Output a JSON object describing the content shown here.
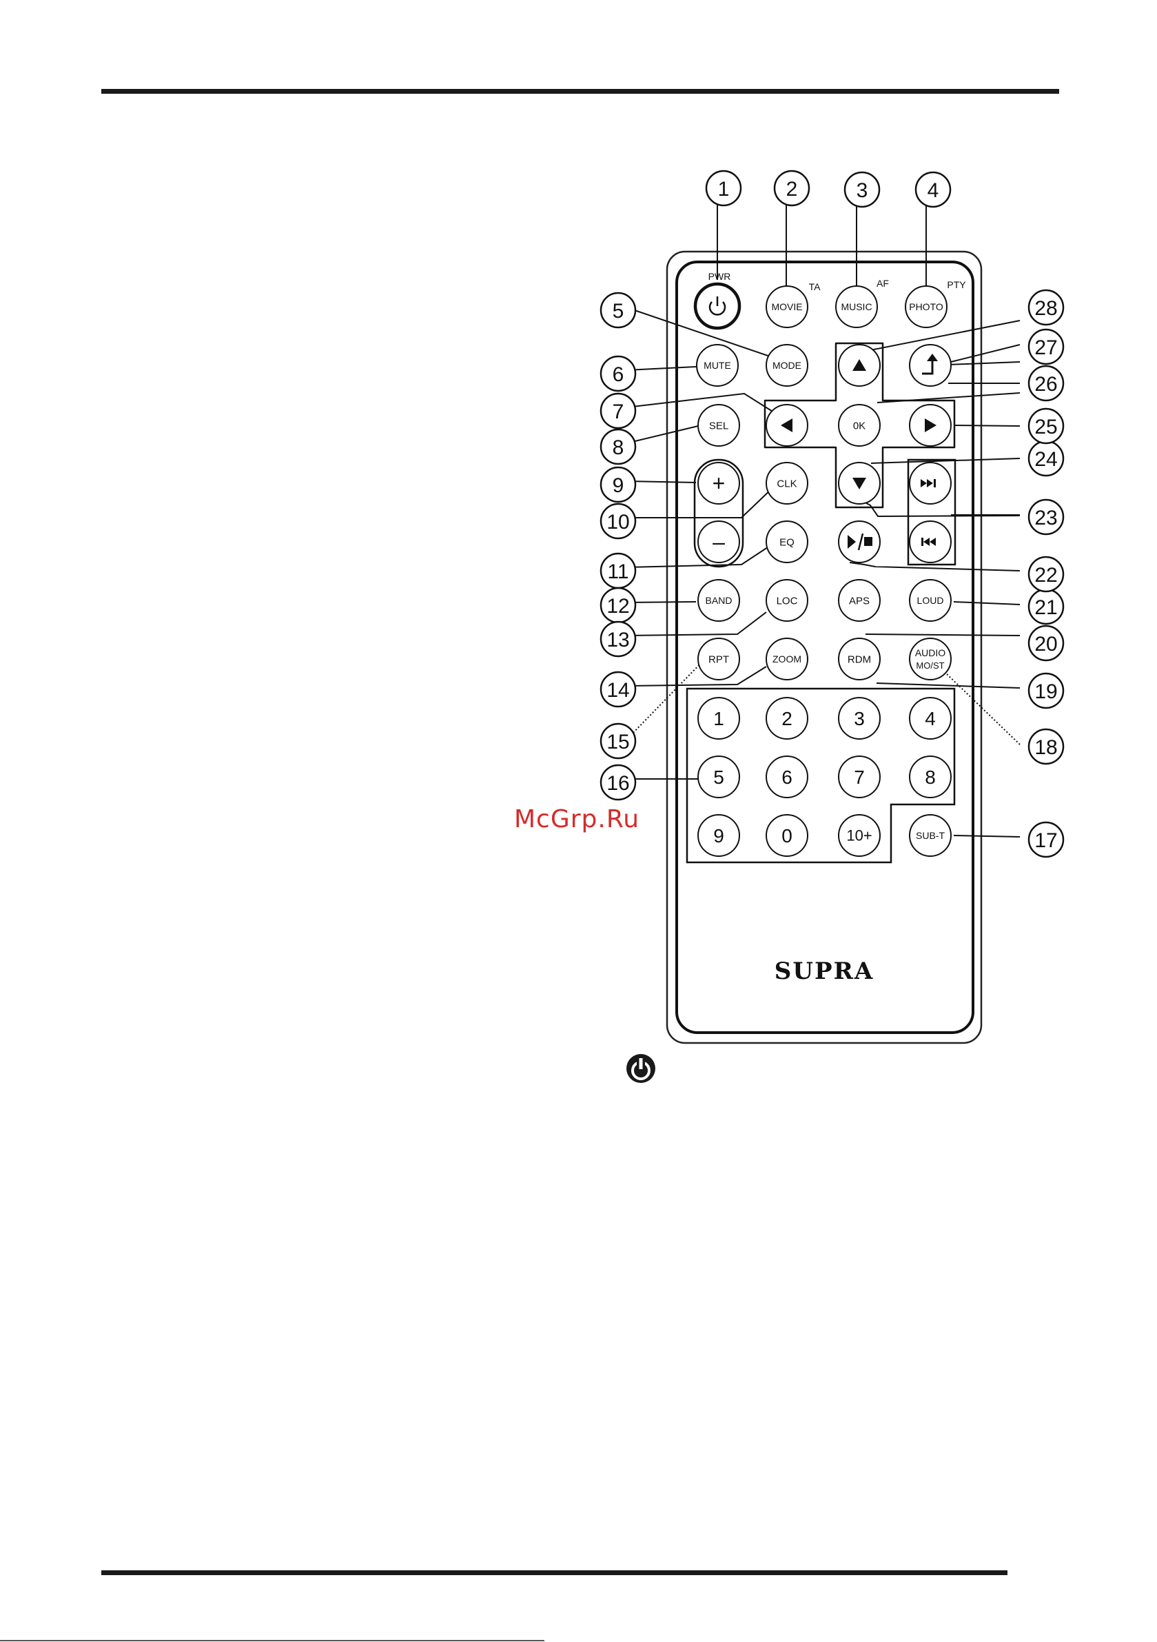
{
  "remote": {
    "brand": "SUPRA",
    "top_labels": {
      "pwr": "PWR",
      "ta": "TA",
      "af": "AF",
      "pty": "PTY"
    },
    "buttons": [
      {
        "id": "power",
        "label": "",
        "icon": "power-icon"
      },
      {
        "id": "movie",
        "label": "MOVIE"
      },
      {
        "id": "music",
        "label": "MUSIC"
      },
      {
        "id": "photo",
        "label": "PHOTO"
      },
      {
        "id": "mute",
        "label": "MUTE"
      },
      {
        "id": "mode",
        "label": "MODE"
      },
      {
        "id": "up",
        "label": "",
        "icon": "triangle-up-icon"
      },
      {
        "id": "return",
        "label": "",
        "icon": "return-arrow-icon"
      },
      {
        "id": "sel",
        "label": "SEL"
      },
      {
        "id": "left",
        "label": "",
        "icon": "triangle-left-icon"
      },
      {
        "id": "ok",
        "label": "0K"
      },
      {
        "id": "right",
        "label": "",
        "icon": "triangle-right-icon"
      },
      {
        "id": "vol-plus",
        "label": "+"
      },
      {
        "id": "clk",
        "label": "CLK"
      },
      {
        "id": "down",
        "label": "",
        "icon": "triangle-down-icon"
      },
      {
        "id": "next",
        "label": "",
        "icon": "skip-next-icon"
      },
      {
        "id": "vol-minus",
        "label": "–"
      },
      {
        "id": "eq",
        "label": "EQ"
      },
      {
        "id": "play-stop",
        "label": "",
        "icon": "play-stop-icon"
      },
      {
        "id": "prev",
        "label": "",
        "icon": "skip-previous-icon"
      },
      {
        "id": "band",
        "label": "BAND"
      },
      {
        "id": "loc",
        "label": "LOC"
      },
      {
        "id": "aps",
        "label": "APS"
      },
      {
        "id": "loud",
        "label": "LOUD"
      },
      {
        "id": "rpt",
        "label": "RPT"
      },
      {
        "id": "zoom",
        "label": "ZOOM"
      },
      {
        "id": "rdm",
        "label": "RDM"
      },
      {
        "id": "audio",
        "label": "AUDIO",
        "label2": "MO/ST"
      },
      {
        "id": "num-1",
        "label": "1"
      },
      {
        "id": "num-2",
        "label": "2"
      },
      {
        "id": "num-3",
        "label": "3"
      },
      {
        "id": "num-4",
        "label": "4"
      },
      {
        "id": "num-5",
        "label": "5"
      },
      {
        "id": "num-6",
        "label": "6"
      },
      {
        "id": "num-7",
        "label": "7"
      },
      {
        "id": "num-8",
        "label": "8"
      },
      {
        "id": "num-9",
        "label": "9"
      },
      {
        "id": "num-0",
        "label": "0"
      },
      {
        "id": "num-10plus",
        "label": "10+"
      },
      {
        "id": "sub-t",
        "label": "SUB-T"
      }
    ]
  },
  "callouts": [
    "1",
    "2",
    "3",
    "4",
    "5",
    "6",
    "7",
    "8",
    "9",
    "10",
    "11",
    "12",
    "13",
    "14",
    "15",
    "16",
    "17",
    "18",
    "19",
    "20",
    "21",
    "22",
    "23",
    "24",
    "25",
    "26",
    "27",
    "28"
  ],
  "watermark": "McGrp.Ru",
  "footer_icon": "power-icon"
}
